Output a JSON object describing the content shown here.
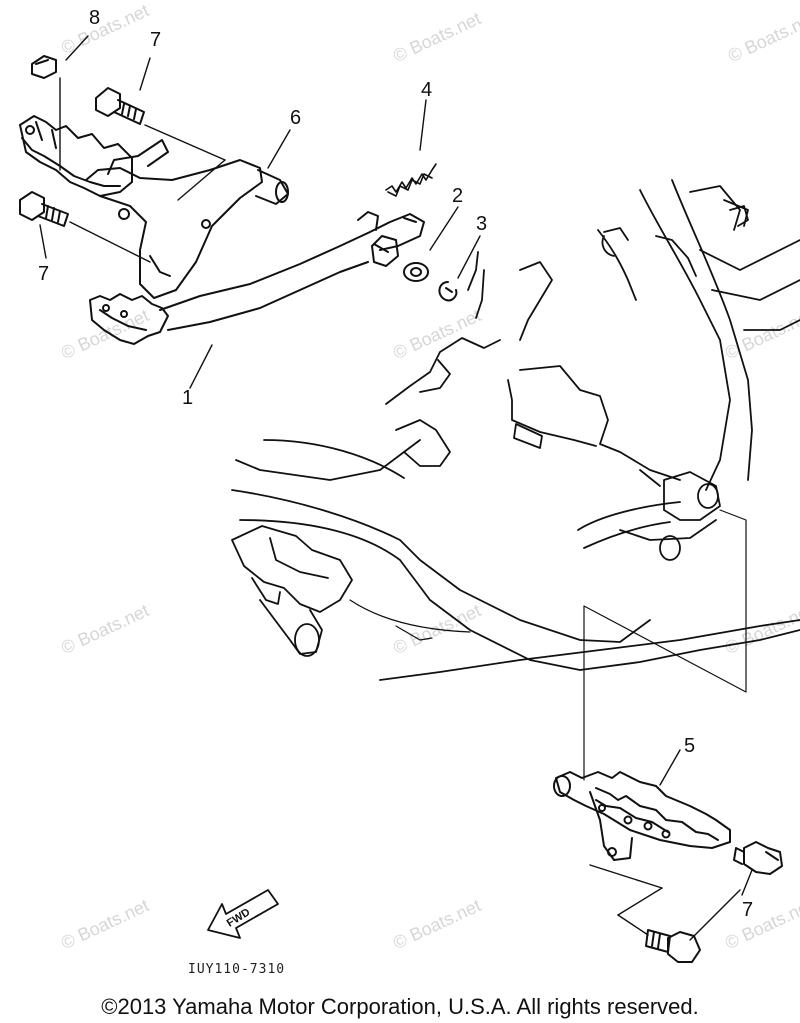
{
  "callouts": {
    "c8": "8",
    "c7_top": "7",
    "c6": "6",
    "c4": "4",
    "c2": "2",
    "c3": "3",
    "c7_left": "7",
    "c1": "1",
    "c5": "5",
    "c7_right": "7"
  },
  "watermark_text": "© Boats.net",
  "fwd_label": "FWD",
  "diagram_code": "IUY110-7310",
  "footer_text": "©2013 Yamaha Motor Corporation, U.S.A. All rights reserved.",
  "colors": {
    "ink": "#111111",
    "watermark": "#d6d6d6",
    "background": "#ffffff"
  }
}
